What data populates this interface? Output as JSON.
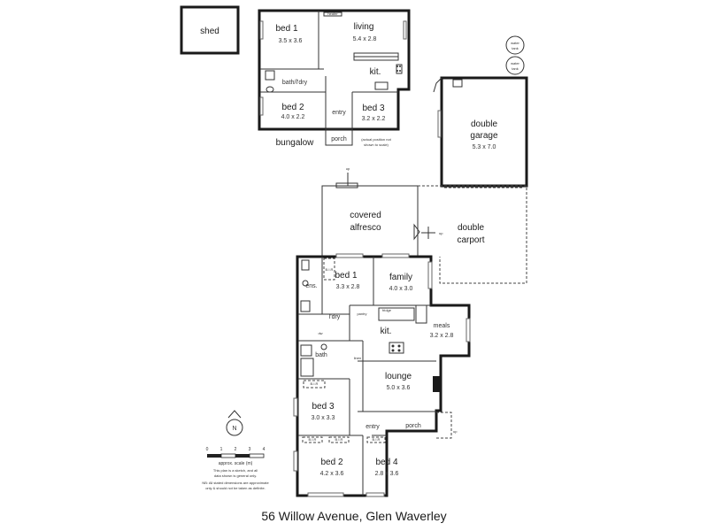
{
  "caption": "56 Willow Avenue, Glen Waverley",
  "rooms": {
    "shed": "shed",
    "bung_bed1": {
      "name": "bed 1",
      "dims": "3.5 x 3.6"
    },
    "bung_living": {
      "name": "living",
      "dims": "5.4 x 2.8"
    },
    "heater": "heater",
    "bung_kit": "kit.",
    "bath_ldry": "bath/l'dry",
    "bung_bed2": {
      "name": "bed 2",
      "dims": "4.0 x 2.2"
    },
    "bung_bed3": {
      "name": "bed 3",
      "dims": "3.2 x 2.2"
    },
    "bung_entry": "entry",
    "bung_porch": "porch",
    "bungalow": "bungalow",
    "position_note": [
      "(actual position not",
      "shown to scale)"
    ],
    "water_tank": [
      "water",
      "tank"
    ],
    "garage": {
      "name": [
        "double",
        "garage"
      ],
      "dims": "5.3 x 7.0"
    },
    "alfresco": [
      "covered",
      "alfresco"
    ],
    "carport": [
      "double",
      "carport"
    ],
    "bed1": {
      "name": "bed 1",
      "dims": "3.3 x 2.8"
    },
    "ens": "ens.",
    "family": {
      "name": "family",
      "dims": "4.0 x 3.0"
    },
    "ldry": "l'dry",
    "pantry": "pantry",
    "kit": "kit.",
    "meals": {
      "name": "meals",
      "dims": "3.2 x 2.8"
    },
    "dw": "dw",
    "bath": "bath",
    "lounge": {
      "name": "lounge",
      "dims": "5.0 x 3.6"
    },
    "linen": "linen",
    "bed3": {
      "name": "bed 3",
      "dims": "3.0 x 3.3"
    },
    "entry": "entry",
    "porch": "porch",
    "bed2": {
      "name": "bed 2",
      "dims": "4.2 x 3.6"
    },
    "bed4": {
      "name": "bed 4",
      "dims": "2.8 x 3.6"
    },
    "robe": "B.I.R",
    "up": "up",
    "fridge": "fridge"
  },
  "legend": {
    "north": "N",
    "scale_ticks": [
      "0",
      "1",
      "2",
      "3",
      "4"
    ],
    "scale_label": "approx. scale (m)",
    "disclaimer": [
      "This plan is a sketch, and all",
      "data shown is general only.",
      "NB: All stated dimensions are approximate",
      "only & should not be taken as definite."
    ]
  }
}
